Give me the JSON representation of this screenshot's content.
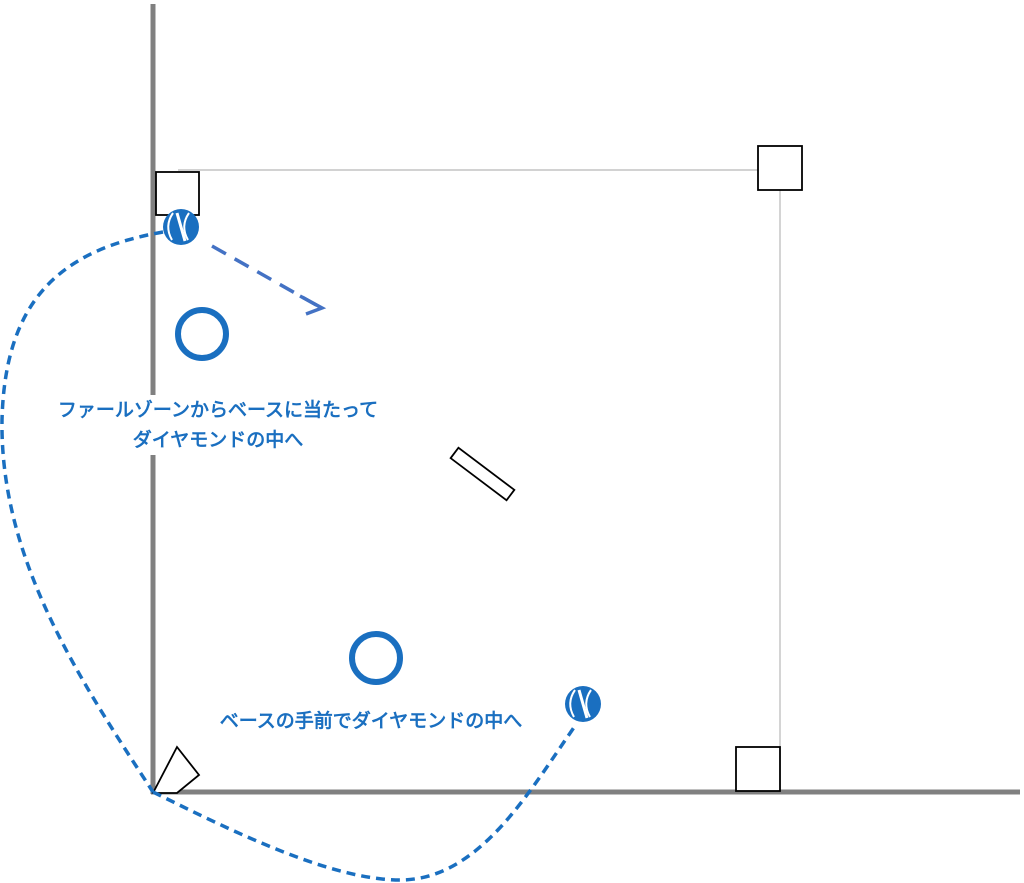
{
  "annotations": {
    "foul_zone_line1": "ファールゾーンからベースに当たって",
    "foul_zone_line2": "ダイヤモンドの中へ",
    "before_base": "ベースの手前でダイヤモンドの中へ"
  },
  "colors": {
    "foul_lines": "#808080",
    "base_path": "#b8b8b8",
    "ball_path": "#1a6fc0",
    "ball_arrow": "#4472c4",
    "ball": "#1a6fc0",
    "fair_marker": "#1a6fc0",
    "base_outline": "#000000"
  },
  "icons": {
    "ball": "baseball-icon",
    "fair_marker": "circle-icon",
    "base": "square-base-icon",
    "home_plate": "home-plate-icon",
    "pitcher_rubber": "pitcher-plate-icon"
  }
}
